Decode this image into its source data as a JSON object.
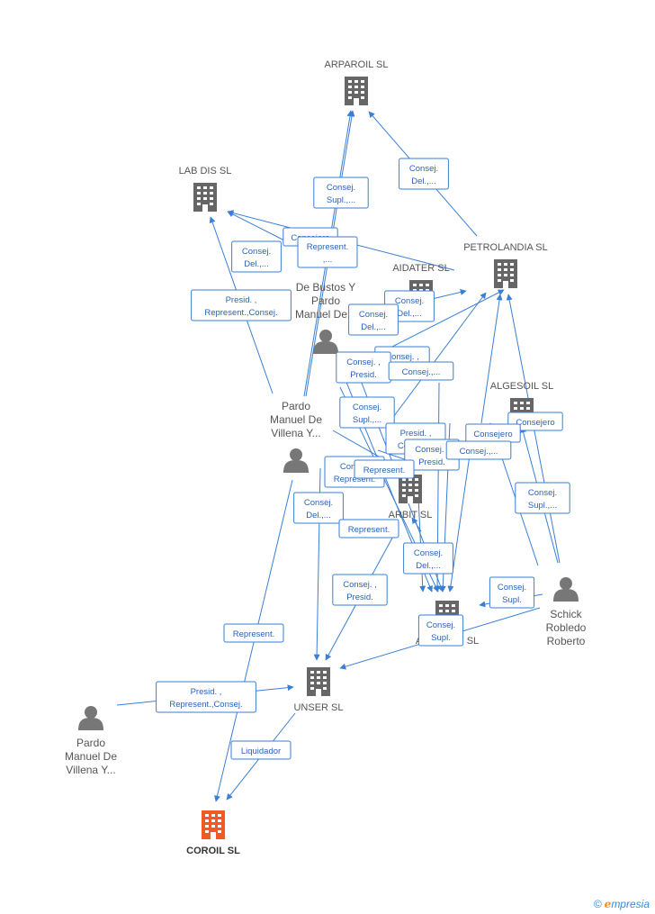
{
  "colors": {
    "edge": "#3a7fd5",
    "company": "#666666",
    "target": "#f15a24",
    "person": "#777777"
  },
  "nodes": [
    {
      "id": "arparoil",
      "type": "company",
      "label": [
        "ARPAROIL SL"
      ]
    },
    {
      "id": "labdis",
      "type": "company",
      "label": [
        "LAB DIS SL"
      ]
    },
    {
      "id": "petrolandia",
      "type": "company",
      "label": [
        "PETROLANDIA SL"
      ]
    },
    {
      "id": "aidater",
      "type": "company",
      "label": [
        "AIDATER SL"
      ]
    },
    {
      "id": "algesoil",
      "type": "company",
      "label": [
        "ALGESOIL SL"
      ]
    },
    {
      "id": "arbit",
      "type": "company",
      "label": [
        "ARBIT SL"
      ]
    },
    {
      "id": "alrosam",
      "type": "company",
      "label": [
        "ALROSAM SL"
      ]
    },
    {
      "id": "unser",
      "type": "company",
      "label": [
        "UNSER SL"
      ]
    },
    {
      "id": "coroil",
      "type": "target",
      "label": [
        "COROIL SL"
      ]
    },
    {
      "id": "bustos",
      "type": "person",
      "label": [
        "De Bustos Y",
        "Pardo",
        "Manuel De..."
      ]
    },
    {
      "id": "pardo1",
      "type": "person",
      "label": [
        "Pardo",
        "Manuel De",
        "Villena Y..."
      ]
    },
    {
      "id": "pardo2",
      "type": "person",
      "label": [
        "Pardo",
        "Manuel De",
        "Villena Y..."
      ]
    },
    {
      "id": "schick",
      "type": "person",
      "label": [
        "Schick",
        "Robledo",
        "Roberto"
      ]
    }
  ],
  "relations": [
    {
      "label": [
        "Consej.",
        "Supl.,..."
      ]
    },
    {
      "label": [
        "Consej.",
        "Del.,..."
      ]
    },
    {
      "label": [
        "Consejero"
      ]
    },
    {
      "label": [
        "Represent.",
        ",..."
      ]
    },
    {
      "label": [
        "Consej.",
        "Del.,..."
      ]
    },
    {
      "label": [
        "Presid. ,",
        "Represent.,Consej."
      ]
    },
    {
      "label": [
        "Consej.",
        "Del.,..."
      ]
    },
    {
      "label": [
        "Consej.",
        "Del.,..."
      ]
    },
    {
      "label": [
        "Consej. ,",
        "Presid."
      ]
    },
    {
      "label": [
        "Consej. ,",
        "Presid."
      ]
    },
    {
      "label": [
        "Consej.",
        "Supl.,..."
      ]
    },
    {
      "label": [
        "Consej.,..."
      ]
    },
    {
      "label": [
        "Consejero"
      ]
    },
    {
      "label": [
        "Consejero"
      ]
    },
    {
      "label": [
        "Presid. ,",
        "Consej...."
      ]
    },
    {
      "label": [
        "Consej. ,",
        "Presid."
      ]
    },
    {
      "label": [
        "Consej.,..."
      ]
    },
    {
      "label": [
        "Consej.",
        "Represent."
      ]
    },
    {
      "label": [
        "Represent."
      ]
    },
    {
      "label": [
        "Consej.",
        "Supl.,..."
      ]
    },
    {
      "label": [
        "Consej.",
        "Del.,..."
      ]
    },
    {
      "label": [
        "Represent."
      ]
    },
    {
      "label": [
        "Consej.",
        "Del.,..."
      ]
    },
    {
      "label": [
        "Consej. ,",
        "Presid."
      ]
    },
    {
      "label": [
        "Consej.",
        "Supl."
      ]
    },
    {
      "label": [
        "Consej.",
        "Supl."
      ]
    },
    {
      "label": [
        "Represent."
      ]
    },
    {
      "label": [
        "Presid. ,",
        "Represent.,Consej."
      ]
    },
    {
      "label": [
        "Liquidador"
      ]
    }
  ],
  "footer": {
    "copyright": "©",
    "brand_e": "e",
    "brand_rest": "mpresia"
  }
}
